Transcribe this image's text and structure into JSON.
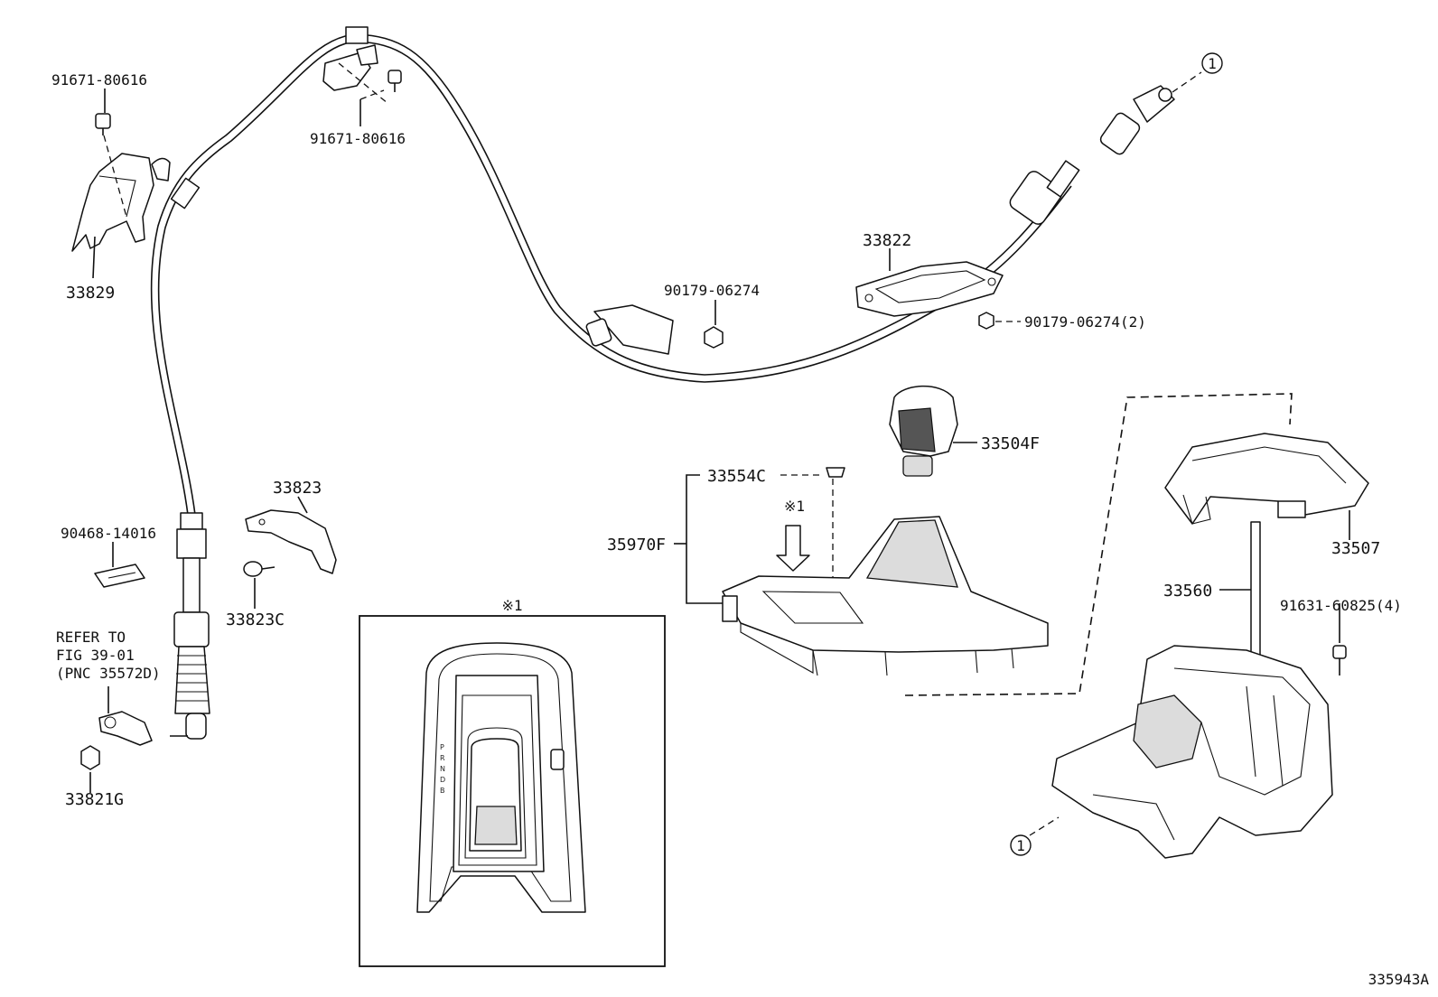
{
  "diagram_id": "335943A",
  "callout": {
    "circle": "1",
    "note_mark": "※1"
  },
  "labels": {
    "p33829": "33829",
    "bolt_left": "91671-80616",
    "bolt_top": "91671-80616",
    "p33822": "33822",
    "p90179_a": "90179-06274",
    "p90179_b": "90179-06274(2)",
    "p33504f": "33504F",
    "p33554c": "33554C",
    "p35970f": "35970F",
    "p33507": "33507",
    "p33560": "33560",
    "p91631": "91631-60825(4)",
    "p33823": "33823",
    "p33823c": "33823C",
    "p90468": "90468-14016",
    "p33821g": "33821G"
  },
  "refer_note": [
    "REFER TO",
    "FIG 39-01",
    "(PNC 35572D)"
  ],
  "detail_panel": {
    "title": "※1",
    "gear_positions": [
      "P",
      "R",
      "N",
      "D",
      "B"
    ]
  }
}
